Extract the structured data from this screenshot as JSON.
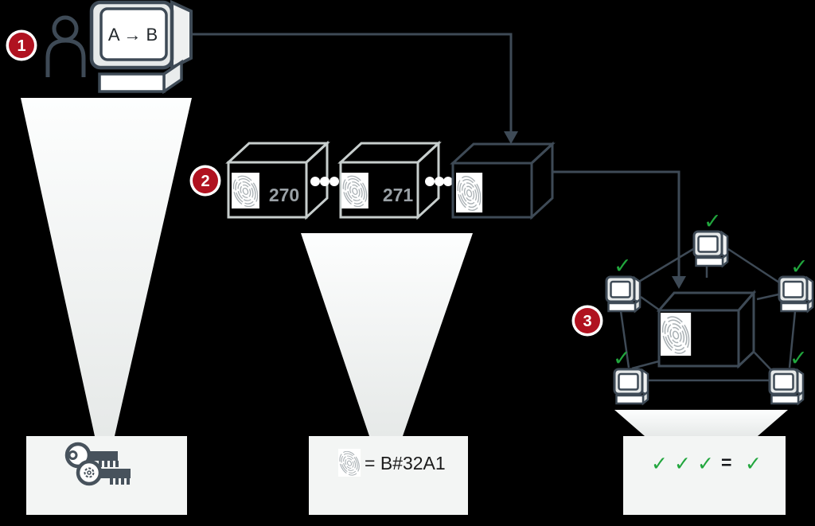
{
  "colors": {
    "background": "#000000",
    "outline_dark": "#3e4a56",
    "outline_light": "#c7cecd",
    "badge_red": "#b01220",
    "check_green": "#21a63d",
    "panel_light": "#f3f5f4",
    "number_gray": "#9aa1a6"
  },
  "badges": {
    "step1": "1",
    "step2": "2",
    "step3": "3"
  },
  "computer": {
    "screen_text": "A → B"
  },
  "blockchain": {
    "block1_label": "270",
    "block2_label": "271"
  },
  "hash_legend": {
    "equation": "= B#32A1"
  },
  "consensus_legend": {
    "check1": "✓",
    "check2": "✓",
    "check3": "✓",
    "equals": "=",
    "result": "✓"
  },
  "network": {
    "check": "✓"
  },
  "icons": {
    "check": "✓"
  }
}
